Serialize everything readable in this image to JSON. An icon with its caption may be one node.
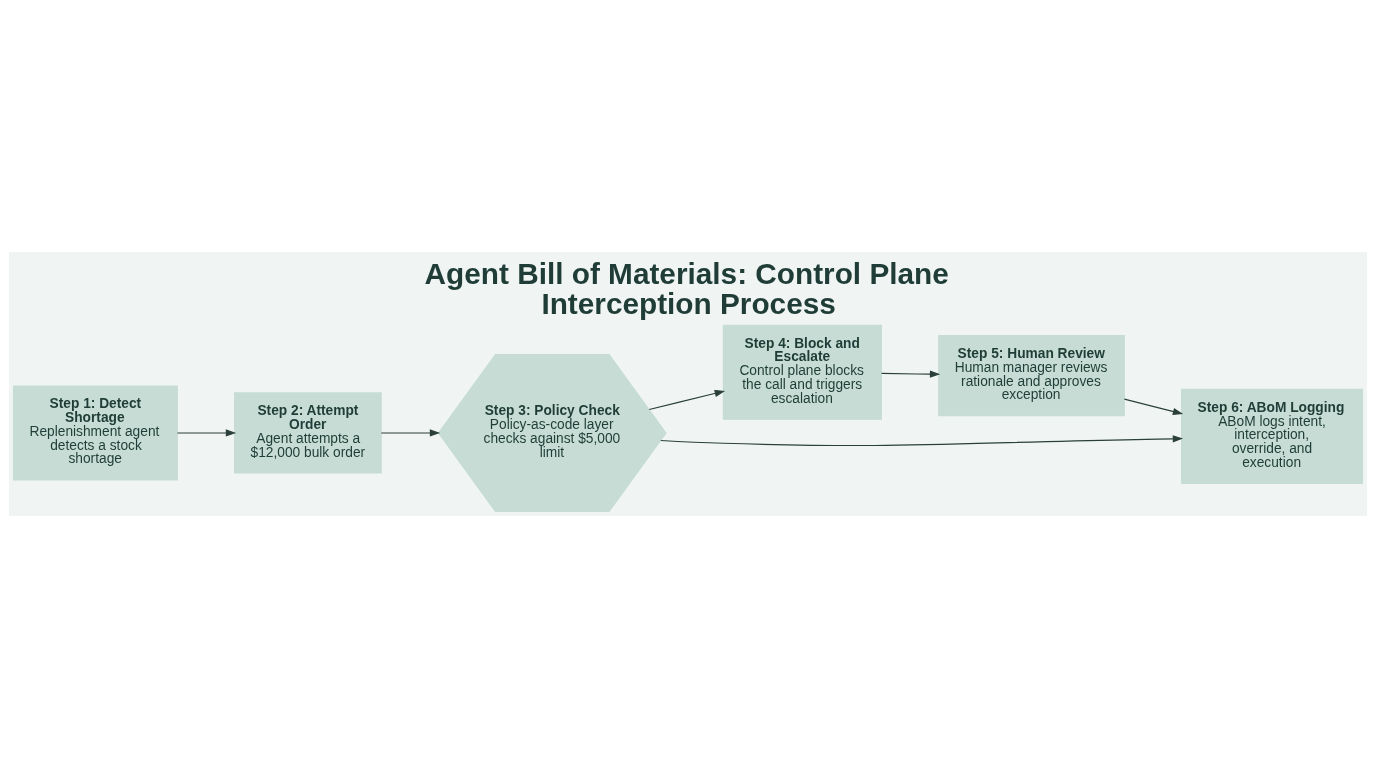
{
  "diagram": {
    "title": "Agent Bill of Materials: Control Plane Interception Process",
    "nodes": [
      {
        "text": [
          "Step 1: Detect Shortage",
          "Replenishment agent detects a stock shortage"
        ]
      },
      {
        "text": [
          "Step 2: Attempt Order",
          "Agent attempts a $12,000 bulk order"
        ]
      },
      {
        "text": [
          "Step 3: Policy Check",
          "Policy-as-code layer checks against $5,000 limit"
        ]
      },
      {
        "text": [
          "Step 4: Block and Escalate",
          "Control plane blocks the call and triggers escalation"
        ]
      },
      {
        "text": [
          "Step 5: Human Review",
          "Human manager reviews rationale and approves exception"
        ]
      },
      {
        "text": [
          "Step 6: ABoM Logging",
          "ABoM logs intent, interception, override, and execution"
        ]
      }
    ],
    "edges": [
      {
        "from": 0,
        "to": 1,
        "arrow": "to"
      },
      {
        "from": 1,
        "to": 2,
        "arrow": "to"
      },
      {
        "from": 2,
        "to": 3,
        "arrow": "to"
      },
      {
        "from": 3,
        "to": 4,
        "arrow": "to"
      },
      {
        "from": 4,
        "to": 5,
        "arrow": "to"
      },
      {
        "from": 2,
        "to": 5,
        "arrow": "to"
      }
    ]
  }
}
